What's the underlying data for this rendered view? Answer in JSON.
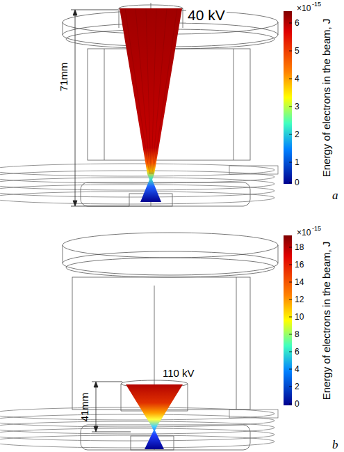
{
  "diagram": {
    "labels": [
      "40 kV",
      "×10",
      "-15",
      "6",
      "5",
      "4",
      "3",
      "2",
      "1",
      "0",
      "Energy of electrons in the beam, J",
      "71mm",
      "a",
      "110 kV",
      "×10",
      "-15",
      "18",
      "16",
      "14",
      "12",
      "10",
      "8",
      "6",
      "4",
      "2",
      "0",
      "Energy of electrons in the beam, J",
      "41mm",
      "b"
    ]
  }
}
